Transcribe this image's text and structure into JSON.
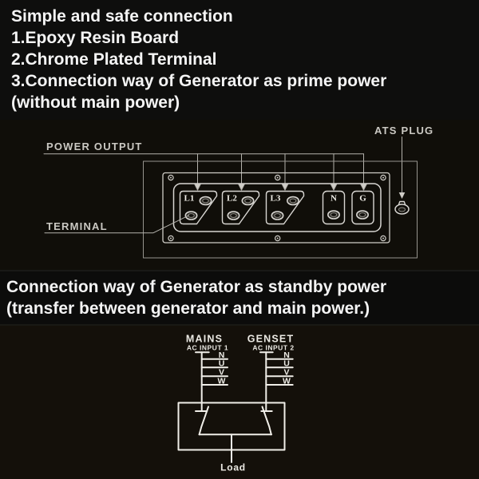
{
  "top_section": {
    "lines": [
      "Simple and safe connection",
      "1.Epoxy Resin Board",
      "2.Chrome Plated Terminal",
      "3.Connection way of Generator as prime power",
      "(without main power)"
    ]
  },
  "middle_diagram": {
    "power_output_label": "POWER OUTPUT",
    "terminal_label": "TERMINAL",
    "ats_plug_label": "ATS PLUG",
    "terminals": [
      {
        "label": "L1"
      },
      {
        "label": "L2"
      },
      {
        "label": "L3"
      },
      {
        "label": "N"
      },
      {
        "label": "G"
      }
    ]
  },
  "standby_section": {
    "lines": [
      "Connection way of Generator as standby power",
      "(transfer between generator and main power.)"
    ]
  },
  "bottom_diagram": {
    "mains": {
      "title": "MAINS",
      "subtitle": "AC INPUT 1"
    },
    "genset": {
      "title": "GENSET",
      "subtitle": "AC INPUT 2"
    },
    "phase_labels": [
      "N",
      "U",
      "V",
      "W"
    ],
    "load_label": "Load"
  },
  "colors": {
    "page_background": "#000000",
    "top_background": "#0e0e0d",
    "diagram_background": "#100e09",
    "bottom_background": "#14100a",
    "text": "#f4f4f4",
    "diagram_line": "#cfcdc7",
    "leader_line": "#b4b2ac",
    "bold_wire": "#f0eee8"
  }
}
